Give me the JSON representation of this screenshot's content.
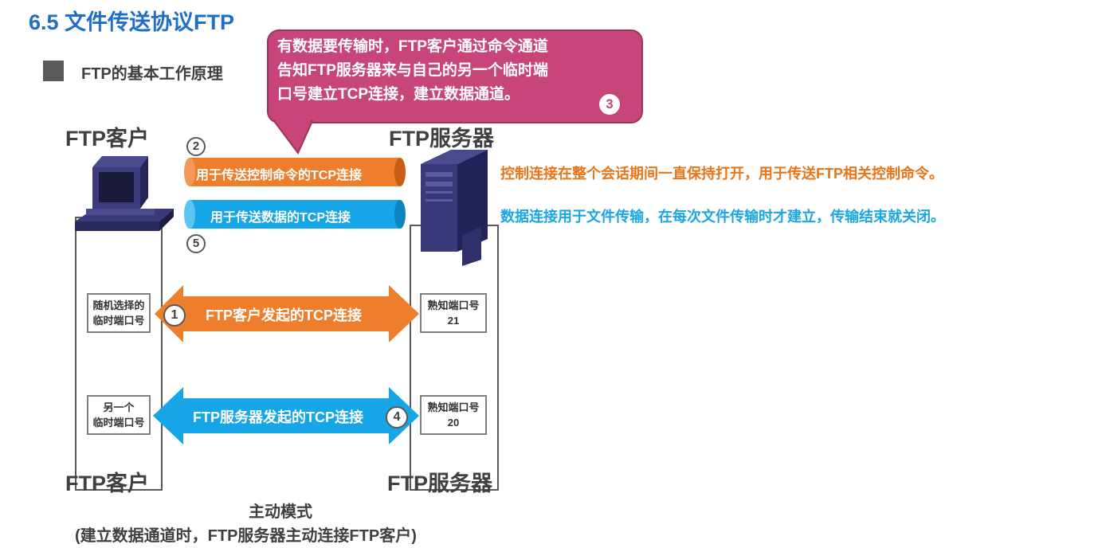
{
  "slide": {
    "title": "6.5 文件传送协议FTP",
    "section_heading": "FTP的基本工作原理"
  },
  "client": {
    "title": "FTP客户",
    "port_random": [
      "随机选择的",
      "临时端口号"
    ],
    "port_other": [
      "另一个",
      "临时端口号"
    ]
  },
  "server": {
    "title": "FTP服务器",
    "port_1": [
      "熟知端口号",
      "21"
    ],
    "port_2": [
      "熟知端口号",
      "20"
    ]
  },
  "pipes": {
    "control": "用于传送控制命令的TCP连接",
    "data": "用于传送数据的TCP连接"
  },
  "arrows": {
    "client_initiated": "FTP客户发起的TCP连接",
    "server_initiated": "FTP服务器发起的TCP连接"
  },
  "steps": {
    "s1": "1",
    "s2": "2",
    "s3": "3",
    "s4": "4",
    "s5": "5"
  },
  "callout": {
    "lines": [
      "有数据要传输时，FTP客户通过命令通道",
      "告知FTP服务器来与自己的另一个临时端",
      "口号建立TCP连接，建立数据通道。"
    ]
  },
  "notes": {
    "control": "控制连接在整个会话期间一直保持打开，用于传送FTP相关控制命令。",
    "data": "数据连接用于文件传输，在每次文件传输时才建立，传输结束就关闭。"
  },
  "mode": {
    "title": "主动模式",
    "subtitle": "(建立数据通道时，FTP服务器主动连接FTP客户)"
  },
  "colors": {
    "title_blue": "#1f6fc6",
    "orange": "#e8751a",
    "cyan": "#1aa6e0",
    "callout_pink": "#c8457a",
    "text_gray": "#404040"
  }
}
